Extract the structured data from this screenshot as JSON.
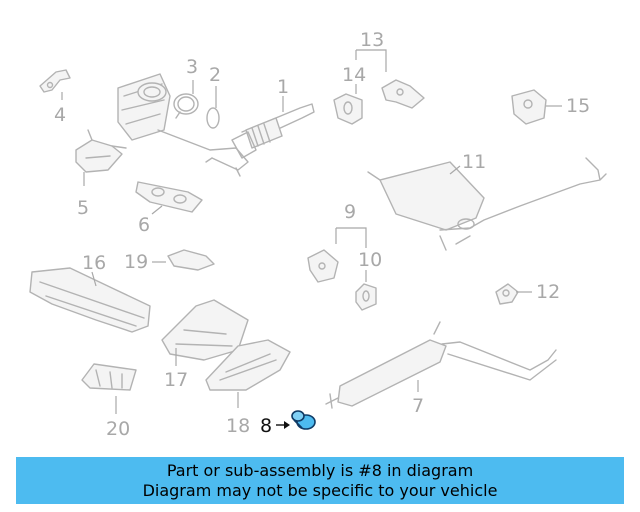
{
  "diagram": {
    "callouts": {
      "c1": "1",
      "c2": "2",
      "c3": "3",
      "c4": "4",
      "c5": "5",
      "c6": "6",
      "c7": "7",
      "c8": "8",
      "c9": "9",
      "c10": "10",
      "c11": "11",
      "c12": "12",
      "c13": "13",
      "c14": "14",
      "c15": "15",
      "c16": "16",
      "c17": "17",
      "c18": "18",
      "c19": "19",
      "c20": "20"
    },
    "highlighted_part": "8",
    "highlight_color": "#4dbbf0",
    "callout_color": "#a8a8a8"
  },
  "banner": {
    "line1": "Part or sub-assembly is #8 in diagram",
    "line2": "Diagram may not be specific to your vehicle",
    "background": "#4dbbf0"
  }
}
